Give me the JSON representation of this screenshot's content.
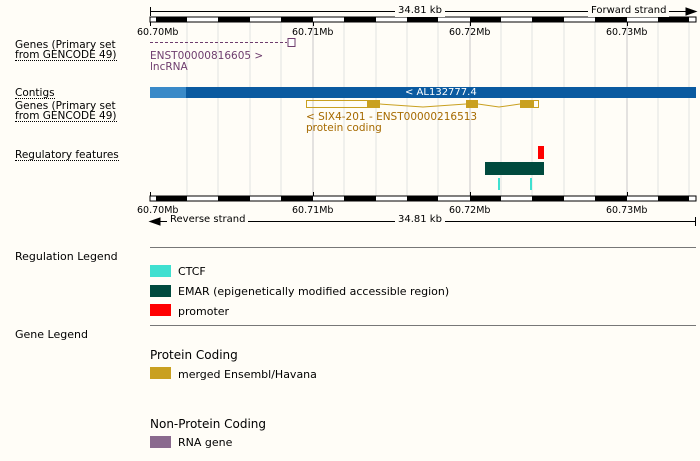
{
  "scale": {
    "length_label": "34.81 kb",
    "forward_strand_label": "Forward strand",
    "reverse_strand_label": "Reverse strand",
    "ticks": [
      "60.70Mb",
      "60.71Mb",
      "60.72Mb",
      "60.73Mb"
    ]
  },
  "tracks": {
    "genes_forward": {
      "label_line1": "Genes (Primary set",
      "label_line2": "from GENCODE 49)"
    },
    "contigs": {
      "label": "Contigs"
    },
    "genes_reverse": {
      "label_line1": "Genes (Primary set",
      "label_line2": "from GENCODE 49)"
    },
    "regulatory": {
      "label": "Regulatory features"
    }
  },
  "features": {
    "lncrna_transcript": {
      "id_label": "ENST00000816605 >",
      "biotype_label": "lncRNA",
      "color": "#6e3d6e"
    },
    "contig": {
      "label": "< AL132777.4",
      "color": "#0a5aa0",
      "light_color": "#3a8ac8"
    },
    "six4_transcript": {
      "id_label": "< SIX4-201 - ENST00000216513",
      "biotype_label": "protein coding",
      "color": "#c9a020",
      "text_color": "#a66a00"
    }
  },
  "legends": {
    "regulation": {
      "title": "Regulation Legend",
      "items": [
        {
          "label": "CTCF",
          "color": "#40e0d0"
        },
        {
          "label": "EMAR (epigenetically modified accessible region)",
          "color": "#004a3e"
        },
        {
          "label": "promoter",
          "color": "#ff0000"
        }
      ]
    },
    "gene": {
      "title": "Gene Legend",
      "groups": [
        {
          "heading": "Protein Coding",
          "items": [
            {
              "label": "merged Ensembl/Havana",
              "color": "#c9a020"
            }
          ]
        },
        {
          "heading": "Non-Protein Coding",
          "items": [
            {
              "label": "RNA gene",
              "color": "#8a6a8e"
            }
          ]
        }
      ]
    }
  }
}
